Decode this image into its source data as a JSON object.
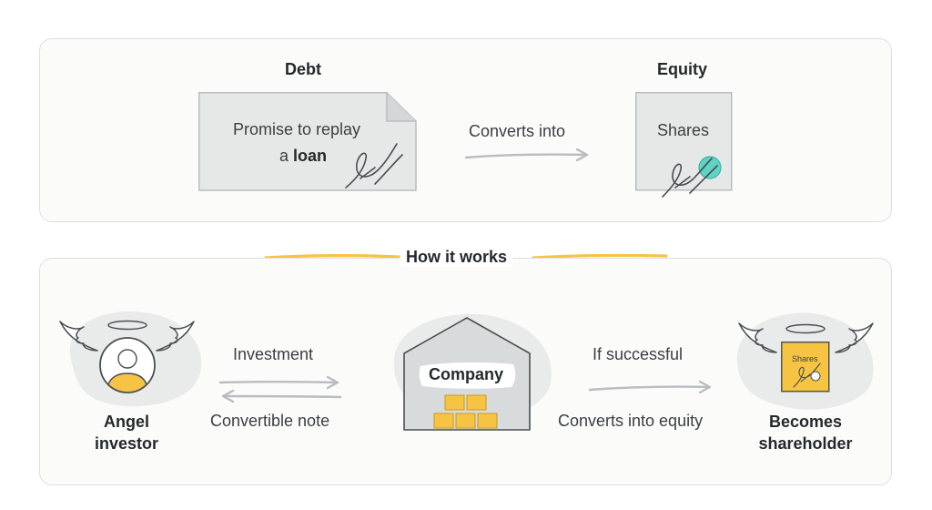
{
  "debt": {
    "title": "Debt",
    "doc_text_1": "Promise to replay",
    "doc_text_2a": "a ",
    "doc_text_2b": "loan"
  },
  "converts": {
    "label": "Converts into"
  },
  "equity": {
    "title": "Equity",
    "doc_text": "Shares"
  },
  "how": {
    "title": "How it works"
  },
  "flow": {
    "angel": {
      "line1": "Angel",
      "line2": "investor"
    },
    "investment_label": "Investment",
    "note_label": "Convertible note",
    "company_label": "Company",
    "success_label": "If successful",
    "converts_equity_label": "Converts into equity",
    "shareholder": {
      "line1": "Becomes",
      "line2": "shareholder",
      "badge": "Shares"
    }
  },
  "colors": {
    "accent_yellow": "#f6c343",
    "teal": "#5fd3c4",
    "doc_fill": "#e6e8e8",
    "bg_blob": "#e9eaea",
    "arrow": "#b8bdbf"
  }
}
